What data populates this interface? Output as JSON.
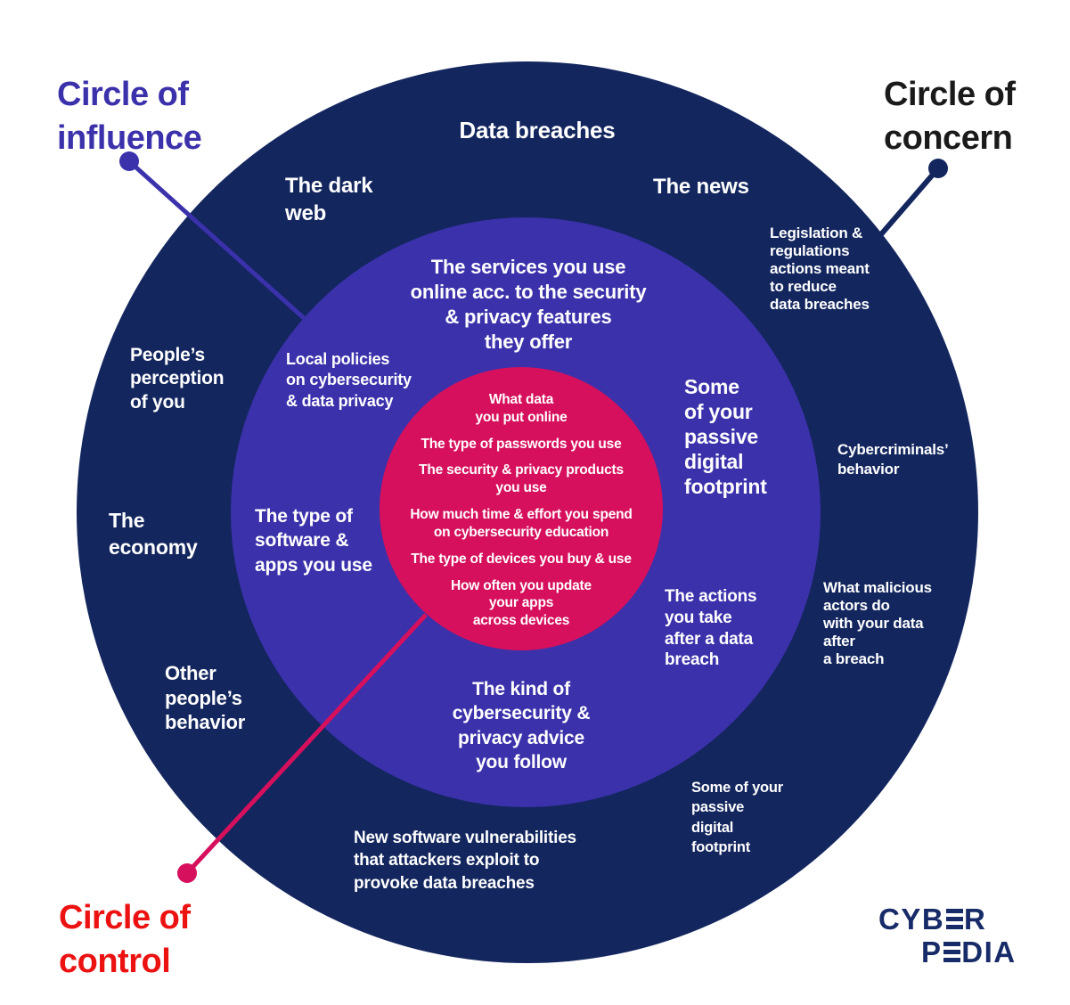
{
  "labels": {
    "influence": "Circle of\ninfluence",
    "concern": "Circle of\nconcern",
    "control": "Circle of\ncontrol"
  },
  "outer_ring": {
    "items": [
      {
        "id": "data-breaches",
        "text": "Data breaches"
      },
      {
        "id": "dark-web",
        "text": "The dark\nweb"
      },
      {
        "id": "the-news",
        "text": "The news"
      },
      {
        "id": "legislation",
        "text": "Legislation &\nregulations\nactions meant\nto reduce\ndata breaches"
      },
      {
        "id": "peoples-perception",
        "text": "People’s\nperception\nof you"
      },
      {
        "id": "cybercriminals",
        "text": "Cybercriminals’\nbehavior"
      },
      {
        "id": "economy",
        "text": "The\neconomy"
      },
      {
        "id": "malicious-actors",
        "text": "What malicious\nactors do\nwith your data\nafter\na breach"
      },
      {
        "id": "other-behavior",
        "text": "Other\npeople’s\nbehavior"
      },
      {
        "id": "passive-footprint-2",
        "text": "Some of your\npassive\ndigital\nfootprint"
      },
      {
        "id": "new-vulnerabilities",
        "text": "New software vulnerabilities\nthat attackers exploit to\nprovoke data breaches"
      }
    ]
  },
  "middle_ring": {
    "items": [
      {
        "id": "services-online",
        "text": "The services you use\nonline acc. to the security\n& privacy features\nthey offer"
      },
      {
        "id": "local-policies",
        "text": "Local policies\non cybersecurity\n& data privacy"
      },
      {
        "id": "passive-footprint-1",
        "text": "Some\nof your\npassive\ndigital\nfootprint"
      },
      {
        "id": "type-software",
        "text": "The type of\nsoftware &\napps you use"
      },
      {
        "id": "actions-after-breach",
        "text": "The actions\nyou take\nafter a data\nbreach"
      },
      {
        "id": "advice-follow",
        "text": "The kind of\ncybersecurity &\nprivacy advice\nyou follow"
      }
    ]
  },
  "inner_circle": {
    "items": [
      {
        "text": "What data\nyou put online"
      },
      {
        "text": "The type of passwords you use"
      },
      {
        "text": "The security & privacy products\nyou use"
      },
      {
        "text": "How much time & effort you spend\non cybersecurity education"
      },
      {
        "text": "The type of devices you buy & use"
      },
      {
        "text": "How often you update\nyour apps\nacross devices"
      }
    ]
  },
  "logo": {
    "line1": "CYBER",
    "line2": "PEDIA"
  },
  "colors": {
    "outer_circle": "#13265e",
    "middle_circle": "#3b31ab",
    "inner_circle": "#d6105c",
    "influence_label": "#3b31ab",
    "concern_label": "#1a1a1a",
    "control_label": "#ec1212",
    "logo": "#172b68",
    "text": "#ffffff"
  }
}
